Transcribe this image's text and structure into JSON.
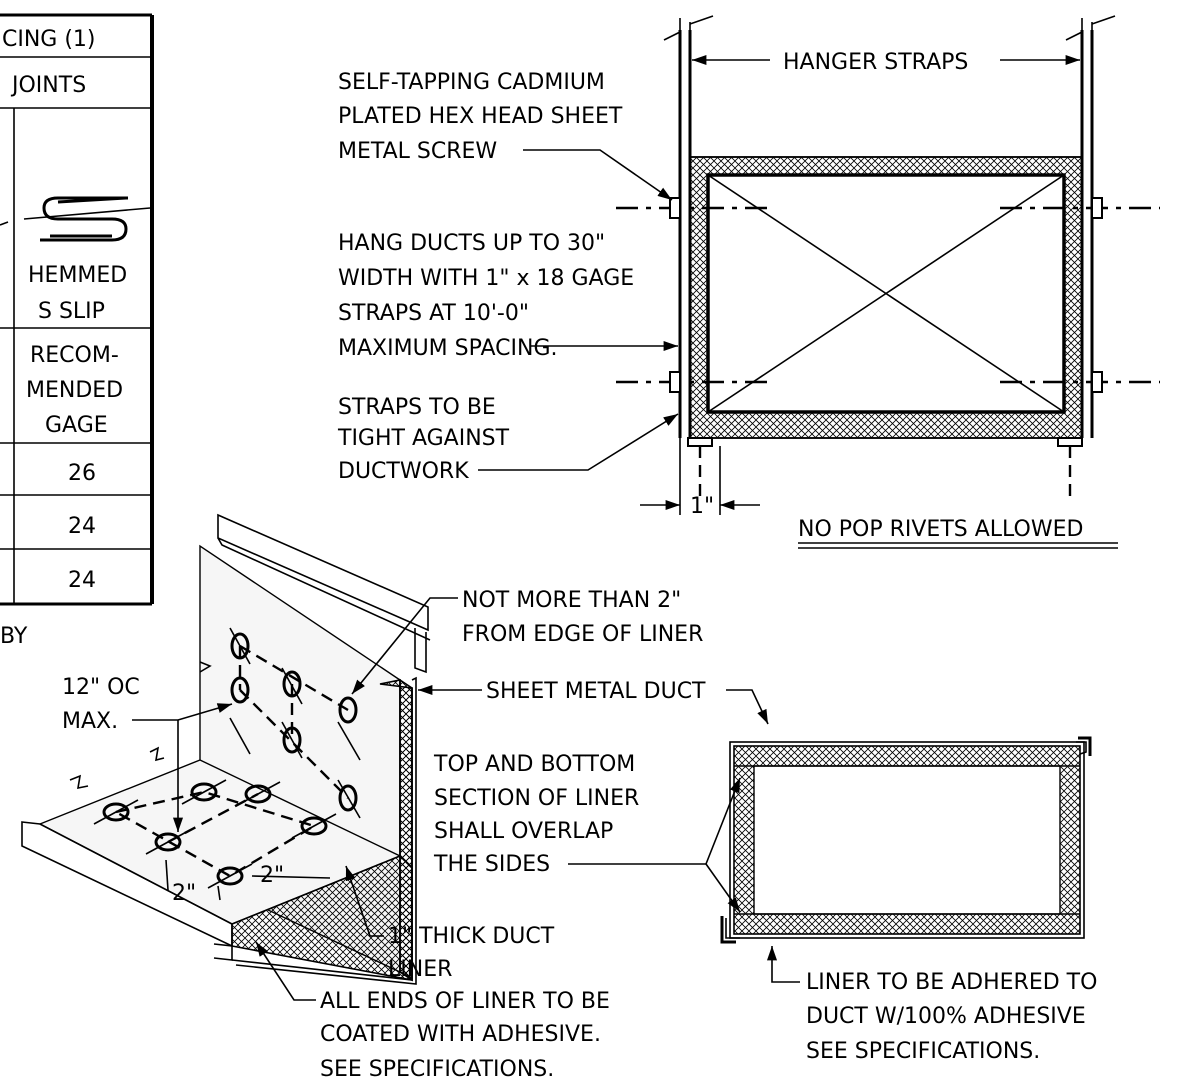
{
  "table": {
    "header1": "CING (1)",
    "header2": "JOINTS",
    "col_label_1": "HEMMED",
    "col_label_2": "S SLIP",
    "gage_label_1": "RECOM-",
    "gage_label_2": "MENDED",
    "gage_label_3": "GAGE",
    "rows": [
      "26",
      "24",
      "24"
    ],
    "footnote_fragment": "BY"
  },
  "hanger_detail": {
    "hanger_straps": "HANGER STRAPS",
    "screw_note": [
      "SELF-TAPPING CADMIUM",
      "PLATED HEX HEAD SHEET",
      "METAL SCREW"
    ],
    "hang_note": [
      "HANG DUCTS UP TO 30\"",
      "WIDTH WITH 1\" x 18 GAGE",
      "STRAPS AT 10'-0\"",
      "MAXIMUM SPACING."
    ],
    "straps_note": [
      "STRAPS TO BE",
      "TIGHT AGAINST",
      "DUCTWORK"
    ],
    "dimension": "1\"",
    "no_rivets": "NO POP RIVETS ALLOWED"
  },
  "liner_detail": {
    "edge_note": [
      "NOT MORE THAN 2\"",
      "FROM EDGE OF LINER"
    ],
    "spacing_note": [
      "12\" OC",
      "MAX."
    ],
    "sheet_metal": "SHEET METAL DUCT",
    "dim_a": "2\"",
    "dim_b": "2\"",
    "thick_liner": [
      "1\" THICK DUCT",
      "LINER"
    ],
    "ends_note": [
      "ALL ENDS OF LINER TO BE",
      "COATED WITH ADHESIVE.",
      "SEE SPECIFICATIONS."
    ]
  },
  "section_detail": {
    "overlap_note": [
      "TOP AND BOTTOM",
      "SECTION OF LINER",
      "SHALL OVERLAP",
      "THE SIDES"
    ],
    "adhered_note": [
      "LINER TO BE ADHERED  TO",
      "DUCT W/100% ADHESIVE",
      "SEE SPECIFICATIONS."
    ]
  }
}
